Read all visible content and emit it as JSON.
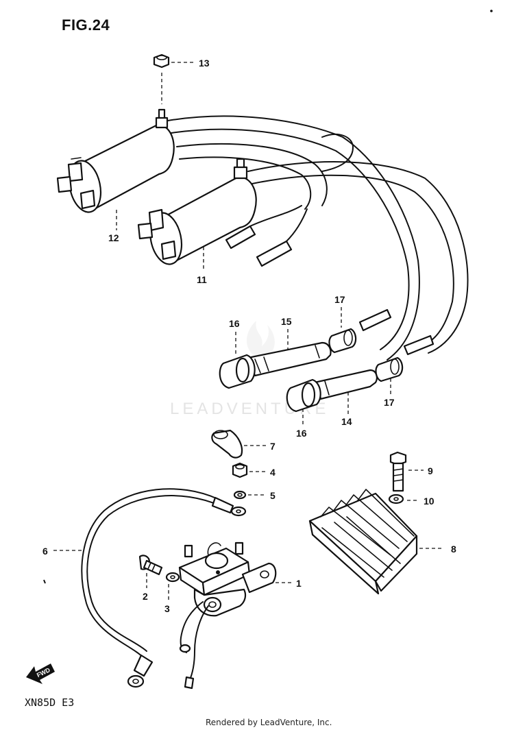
{
  "figure": {
    "title": "FIG.24",
    "model_code": "XN85D E3",
    "direction_label": "FWD",
    "watermark": "LEADVENTURE",
    "footer": "Rendered by LeadVenture, Inc."
  },
  "callouts": {
    "p1": "1",
    "p2": "2",
    "p3": "3",
    "p4": "4",
    "p5": "5",
    "p6": "6",
    "p7": "7",
    "p8": "8",
    "p9": "9",
    "p10": "10",
    "p11": "11",
    "p12": "12",
    "p13": "13",
    "p14": "14",
    "p15": "15",
    "p16a": "16",
    "p16b": "16",
    "p17a": "17",
    "p17b": "17"
  }
}
